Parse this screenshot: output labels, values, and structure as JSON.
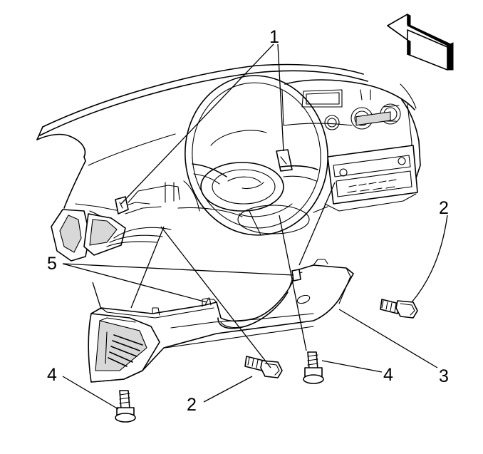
{
  "callouts": {
    "c1": "1",
    "c2_right": "2",
    "c2_bottom": "2",
    "c3": "3",
    "c4_left": "4",
    "c4_right": "4",
    "c5": "5"
  },
  "colors": {
    "line": "#000000",
    "background": "#ffffff",
    "shade": "#d8d8d8"
  },
  "icons": {
    "direction_arrow": "front-of-vehicle-arrow-icon"
  }
}
